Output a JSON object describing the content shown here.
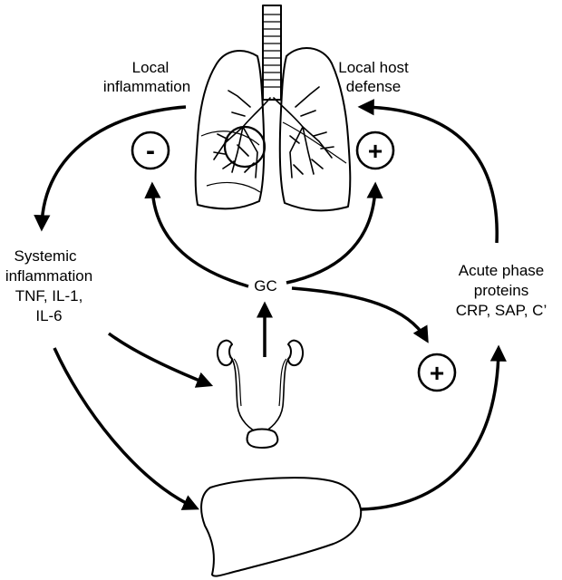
{
  "labels": {
    "local_inflammation": [
      "Local",
      "inflammation"
    ],
    "local_host_defense": [
      "Local host",
      "defense"
    ],
    "systemic_inflammation": [
      "Systemic",
      "inflammation",
      "TNF, IL-1,",
      "IL-6"
    ],
    "acute_phase_proteins": [
      "Acute phase",
      "proteins",
      "CRP, SAP, C’"
    ],
    "gc": "GC"
  },
  "signs": {
    "lung_negative": "-",
    "lung_positive": "+",
    "liver_positive": "+"
  }
}
